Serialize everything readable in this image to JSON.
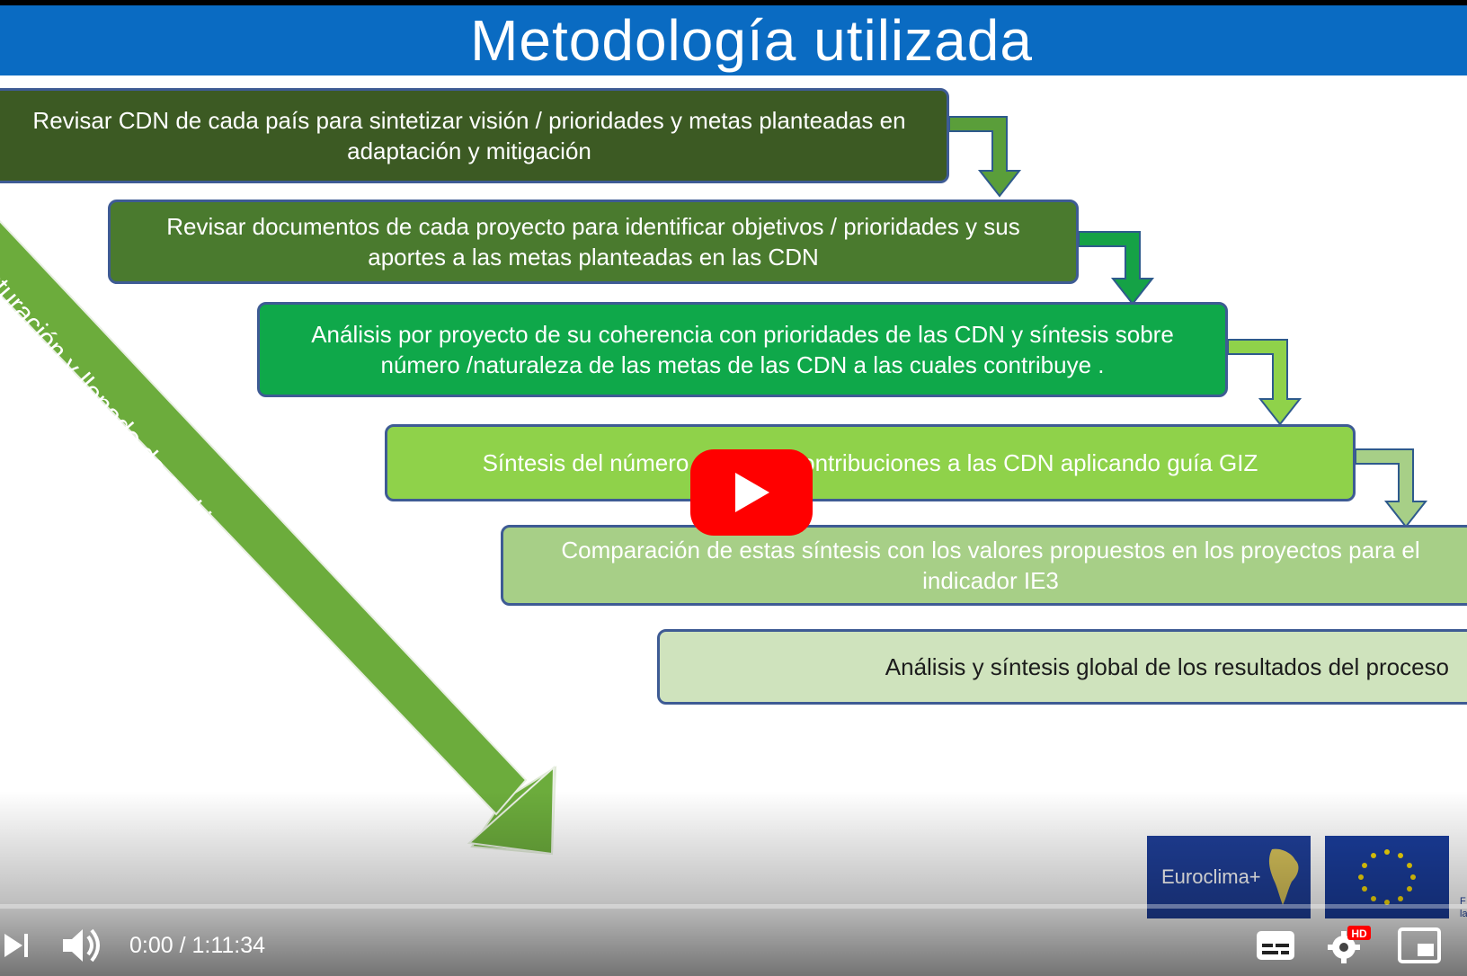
{
  "slide": {
    "title": "Metodología utilizada",
    "steps": [
      "Revisar CDN de cada país para sintetizar visión / prioridades y metas planteadas en adaptación y mitigación",
      "Revisar documentos de cada proyecto para identificar objetivos / prioridades y sus aportes a las metas planteadas en las CDN",
      "Análisis por proyecto de su coherencia con prioridades de las CDN y síntesis sobre número /naturaleza de las metas de las CDN a las cuales contribuye .",
      "Síntesis del número y tipo de contribuciones a las CDN aplicando guía GIZ",
      "Comparación de estas síntesis con los valores propuestos en los proyectos para el indicador IE3",
      "Análisis y síntesis global de los resultados del proceso"
    ],
    "diagonal_arrow_label": "Estructuración y llenado de archivos Excel con hojas por país",
    "logo_text": "Euroclima+",
    "logo_partial_text": "F\nla"
  },
  "player": {
    "time_display": "0:00 / 1:11:34",
    "progress": 0,
    "hd_badge": "HD",
    "icons": {
      "play": "play-icon",
      "next": "next-icon",
      "volume": "volume-icon",
      "captions": "captions-icon",
      "settings": "settings-icon",
      "miniplayer": "miniplayer-icon"
    }
  },
  "colors": {
    "title_bar": "#0a6bc2",
    "youtube_red": "#ff0000",
    "connector_green": "#5a9e3a"
  }
}
